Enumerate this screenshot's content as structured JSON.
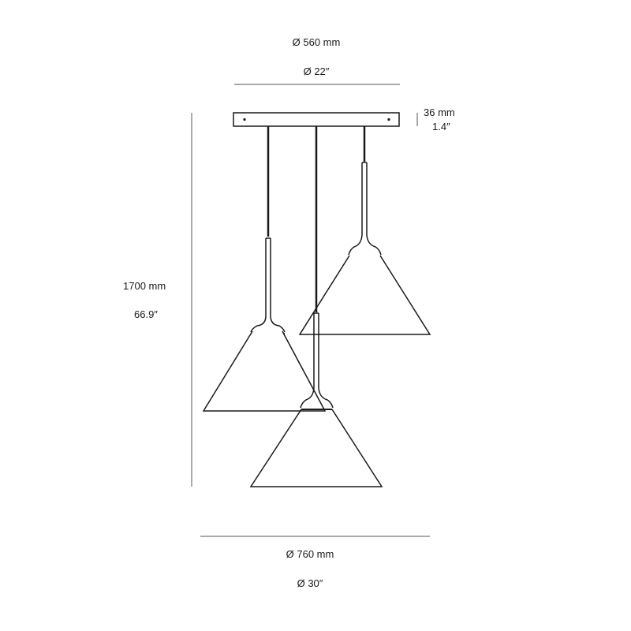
{
  "dimensions": {
    "canopy_width": {
      "metric": "Ø 560 mm",
      "imperial": "Ø 22″"
    },
    "canopy_height": {
      "metric": "36 mm",
      "imperial": "1.4″"
    },
    "overall_height": {
      "metric": "1700 mm",
      "imperial": "66.9″"
    },
    "overall_width": {
      "metric": "Ø 760 mm",
      "imperial": "Ø 30″"
    }
  },
  "drawing": {
    "line_color": "#1a1a1a",
    "dimension_line_color": "#555555",
    "pendant_count": 3
  }
}
